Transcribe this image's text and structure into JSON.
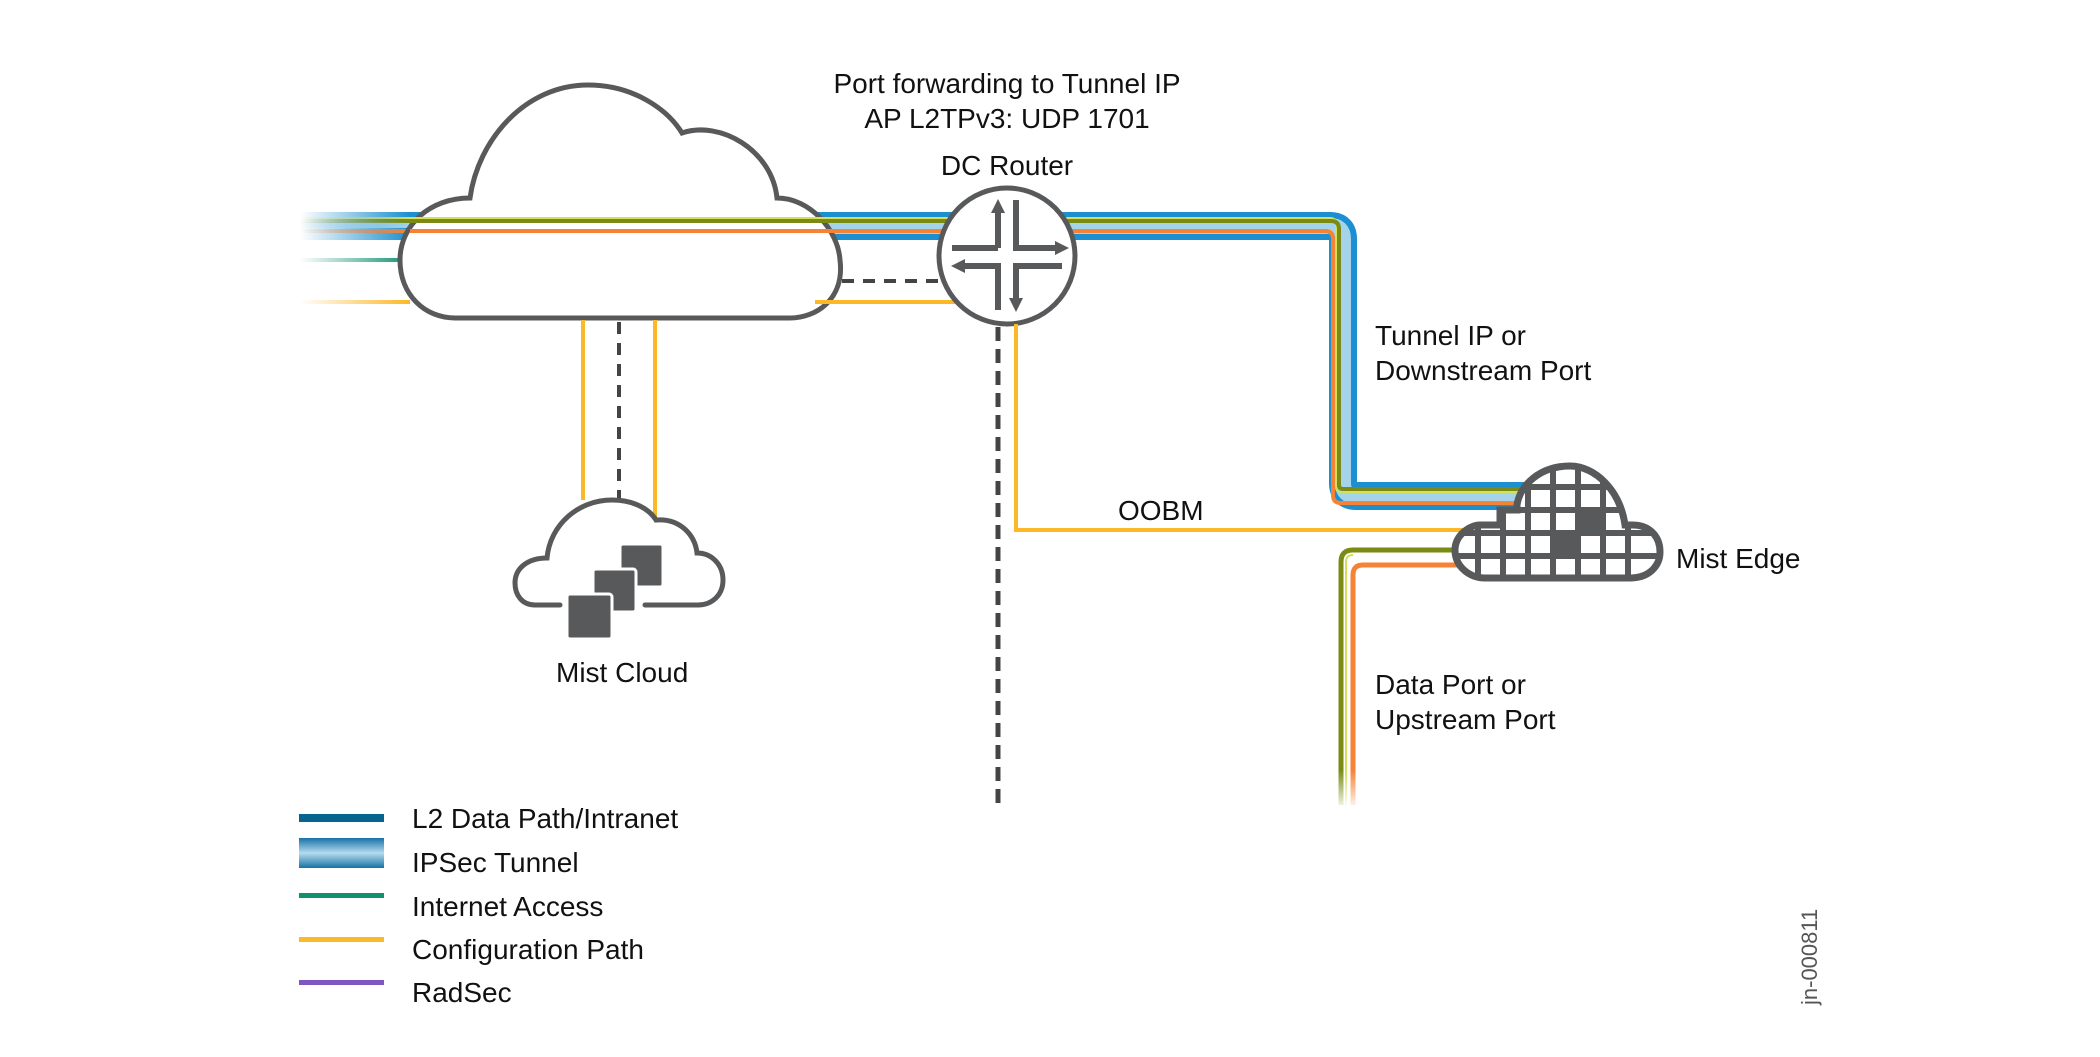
{
  "labels": {
    "port_forwarding_line1": "Port forwarding to Tunnel IP",
    "port_forwarding_line2": "AP L2TPv3: UDP 1701",
    "dc_router": "DC Router",
    "mist_cloud": "Mist Cloud",
    "mist_edge": "Mist Edge",
    "oobm": "OOBM",
    "tunnel_ip_line1": "Tunnel IP or",
    "tunnel_ip_line2": "Downstream Port",
    "data_port_line1": "Data Port or",
    "data_port_line2": "Upstream Port",
    "figure_id": "jn-000811"
  },
  "legend": {
    "items": [
      {
        "label": "L2 Data Path/Intranet",
        "color": "#05658f",
        "style": "solid"
      },
      {
        "label": "IPSec Tunnel",
        "color": "#1e8bc3",
        "style": "gradient"
      },
      {
        "label": "Internet Access",
        "color": "#0e9273",
        "style": "solid"
      },
      {
        "label": "Configuration Path",
        "color": "#fdb827",
        "style": "solid"
      },
      {
        "label": "RadSec",
        "color": "#7e57c2",
        "style": "solid"
      }
    ]
  },
  "colors": {
    "ipsec_blue": "#1b8fcf",
    "ipsec_light": "#a5d3ea",
    "olive": "#7a8a15",
    "olive_light": "#d4e05a",
    "orange": "#f58235",
    "teal": "#0e9273",
    "config_yellow": "#fdb827",
    "management_dash": "#444444",
    "icon_gray": "#58595b"
  },
  "nodes": [
    {
      "id": "internet-cloud",
      "label": ""
    },
    {
      "id": "dc-router",
      "label": "DC Router"
    },
    {
      "id": "mist-cloud",
      "label": "Mist Cloud"
    },
    {
      "id": "mist-edge",
      "label": "Mist Edge"
    }
  ]
}
